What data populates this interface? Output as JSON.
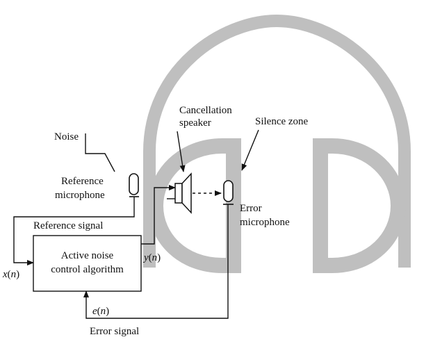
{
  "colors": {
    "headphone": "#bfbfbf",
    "ink": "#111111",
    "background": "#ffffff"
  },
  "labels": {
    "noise": "Noise",
    "reference_mic_line1": "Reference",
    "reference_mic_line2": "microphone",
    "cancellation_line1": "Cancellation",
    "cancellation_line2": "speaker",
    "silence_zone": "Silence zone",
    "error_mic_line1": "Error",
    "error_mic_line2": "microphone",
    "reference_signal": "Reference signal",
    "algorithm_line1": "Active noise",
    "algorithm_line2": "control algorithm",
    "error_signal": "Error signal"
  },
  "signals": {
    "x": {
      "sym": "x",
      "arg": "(",
      "var": "n",
      "close": ")"
    },
    "y": {
      "sym": "y",
      "arg": "(",
      "var": "n",
      "close": ")"
    },
    "e": {
      "sym": "e",
      "arg": "(",
      "var": "n",
      "close": ")"
    }
  },
  "icons": {
    "reference_mic": "microphone-icon",
    "error_mic": "microphone-icon",
    "speaker": "speaker-icon",
    "headphones": "headphones-icon"
  }
}
